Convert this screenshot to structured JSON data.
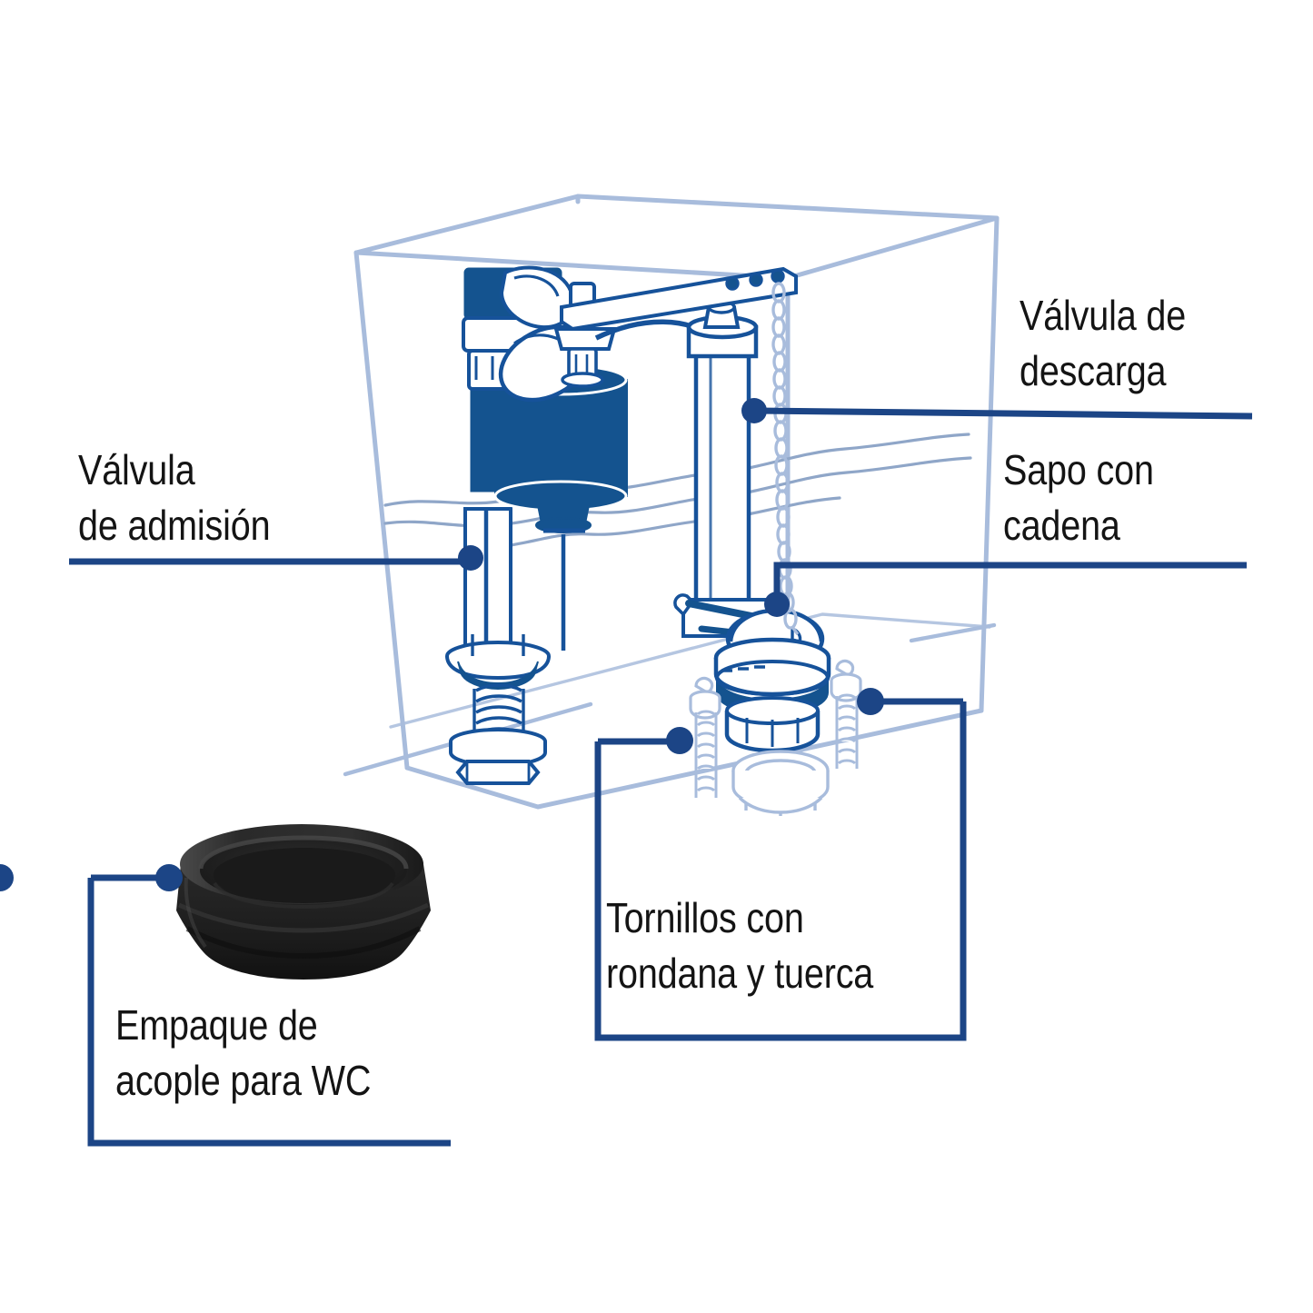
{
  "diagram": {
    "title": "Despiece de tanque de WC",
    "subject": "toilet-tank-cutaway",
    "colors": {
      "leader_blue": "#1c4586",
      "accent_blue": "#14579e",
      "outline_light_blue": "#a8bcdc",
      "part_fill_dark_blue": "#14538f",
      "part_outline_blue": "#16529a",
      "gasket_black": "#232323",
      "text_black": "#141414",
      "background": "#ffffff"
    },
    "labels": [
      {
        "id": "valvula-admision",
        "text": "Válvula\nde admisión",
        "side": "left",
        "marker": "dot",
        "leader_style": "underline-with-horizontal-leader"
      },
      {
        "id": "valvula-descarga",
        "text": "Válvula de\ndescarga",
        "side": "right",
        "marker": "dot",
        "leader_style": "underline-with-horizontal-leader"
      },
      {
        "id": "sapo-cadena",
        "text": "Sapo con\ncadena",
        "side": "right",
        "marker": "dot",
        "leader_style": "underline-with-elbow-leader"
      },
      {
        "id": "tornillos-rondana-tuerca",
        "text": "Tornillos con\nrondana y tuerca",
        "side": "bottom-center",
        "marker": "dot",
        "leader_style": "boxed-with-two-leaders"
      },
      {
        "id": "empaque-acople-wc",
        "text": "Empaque de\nacople para WC",
        "side": "bottom-left",
        "marker": "dot",
        "leader_style": "bracket-with-leader"
      }
    ],
    "parts": [
      {
        "id": "tank",
        "name": "Tanque (caja transparente)"
      },
      {
        "id": "fill-valve",
        "name": "Válvula de admisión"
      },
      {
        "id": "float-cup",
        "name": "Flotador"
      },
      {
        "id": "flush-valve",
        "name": "Válvula de descarga"
      },
      {
        "id": "flapper",
        "name": "Sapo"
      },
      {
        "id": "chain",
        "name": "Cadena"
      },
      {
        "id": "trip-lever",
        "name": "Palanca de descarga"
      },
      {
        "id": "bolts",
        "name": "Tornillos"
      },
      {
        "id": "washer-nut",
        "name": "Rondana y tuerca"
      },
      {
        "id": "tank-gasket",
        "name": "Empaque de acople para WC"
      },
      {
        "id": "water-line",
        "name": "Nivel de agua"
      }
    ]
  }
}
